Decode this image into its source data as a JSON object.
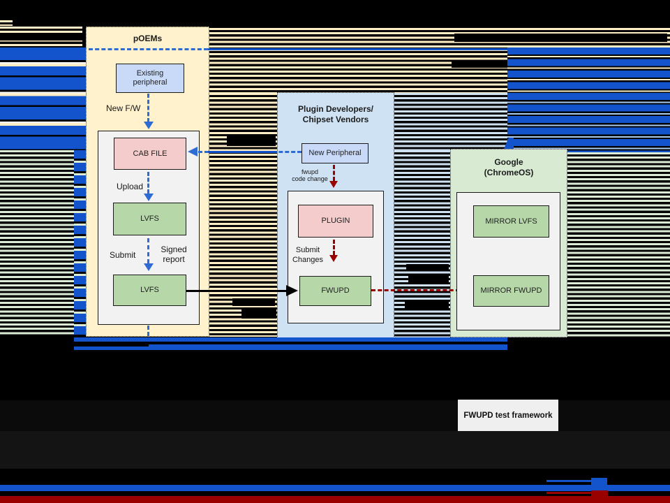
{
  "slide": {
    "lanes": {
      "poems": {
        "title": "pOEMs"
      },
      "plugin_developers": {
        "title_line1": "Plugin Developers/",
        "title_line2": "Chipset Vendors"
      },
      "google": {
        "title_line1": "Google",
        "title_line2": "(ChromeOS)"
      }
    },
    "nodes": {
      "existing_peripheral_line1": "Existing",
      "existing_peripheral_line2": "peripheral",
      "cab_file": "CAB FILE",
      "lvfs_upper": "LVFS",
      "lvfs_lower": "LVFS",
      "new_peripheral": "New Peripheral",
      "plugin": "PLUGIN",
      "fwupd": "FWUPD",
      "mirror_lvfs": "MIRROR LVFS",
      "mirror_fwupd": "MIRROR FWUPD",
      "fwupd_test_framework": "FWUPD test framework"
    },
    "edge_labels": {
      "new_fw": "New F/W",
      "upload": "Upload",
      "submit": "Submit",
      "signed_line1": "Signed",
      "signed_line2": "report",
      "fwupd_code_line1": "fwupd",
      "fwupd_code_line2": "code change",
      "submit_changes_line1": "Submit",
      "submit_changes_line2": "Changes"
    },
    "colors": {
      "lane_yellow": "#FFF2CC",
      "lane_blue": "#CFE2F3",
      "lane_green": "#D9EAD3",
      "node_blue": "#C9DAF8",
      "node_pink": "#F4CCCC",
      "node_green": "#B6D7A8",
      "container_gray": "#F2F2F2",
      "glitch_blue": "#1353CB",
      "glitch_dark_red": "#990000",
      "arrow_blue": "#2E6BD4",
      "arrow_red": "#990000",
      "arrow_black": "#000000"
    }
  }
}
